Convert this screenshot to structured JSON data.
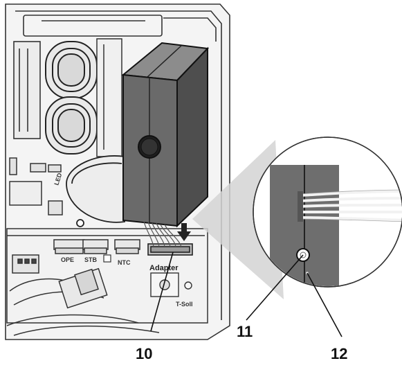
{
  "board_labels": {
    "opd": "OPE",
    "stb": "STB",
    "ntc": "NTC",
    "adapter": "Adapter",
    "tsoll": "T-Soll",
    "led": "LED"
  },
  "callouts": {
    "c10": "10",
    "c11": "11",
    "c12": "12"
  },
  "colors": {
    "module_front": "#6a6a6a",
    "module_side": "#4e4e4e",
    "module_top": "#8c8c8c",
    "line": "#222222",
    "wire": "#dddddd"
  }
}
